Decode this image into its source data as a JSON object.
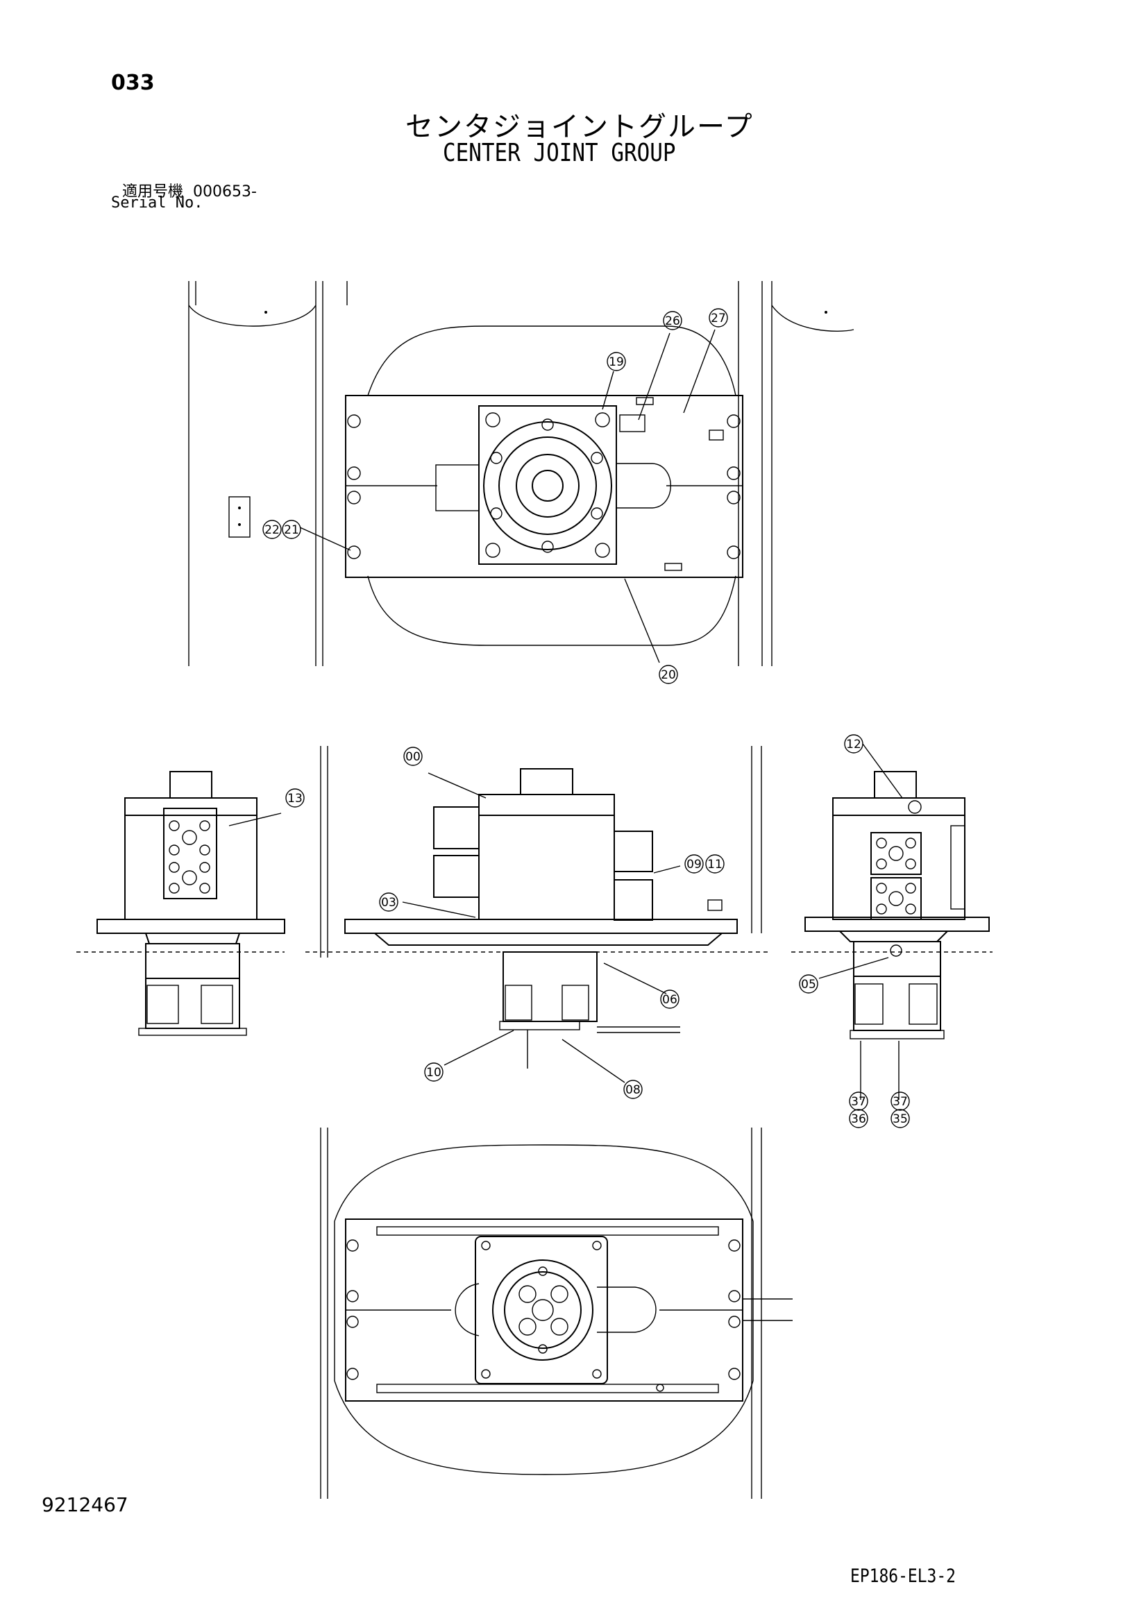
{
  "header": {
    "page_number": "033",
    "title_jp": "センタジョイントグループ",
    "title_en": "CENTER JOINT GROUP",
    "serial_label_jp": "適用号機",
    "serial_value": "000653-",
    "serial_label_en": "Serial No."
  },
  "footer": {
    "doc_number": "9212467",
    "sheet_code": "EP186-EL3-2"
  },
  "callouts": {
    "c19": "19",
    "c26": "26",
    "c27": "27",
    "c22": "22",
    "c21": "21",
    "c20": "20",
    "c00": "00",
    "c13": "13",
    "c12": "12",
    "c03": "03",
    "c09": "09",
    "c11": "11",
    "c06": "06",
    "c05": "05",
    "c10": "10",
    "c08": "08",
    "c36": "36",
    "c37a": "37",
    "c35": "35",
    "c37b": "37"
  }
}
